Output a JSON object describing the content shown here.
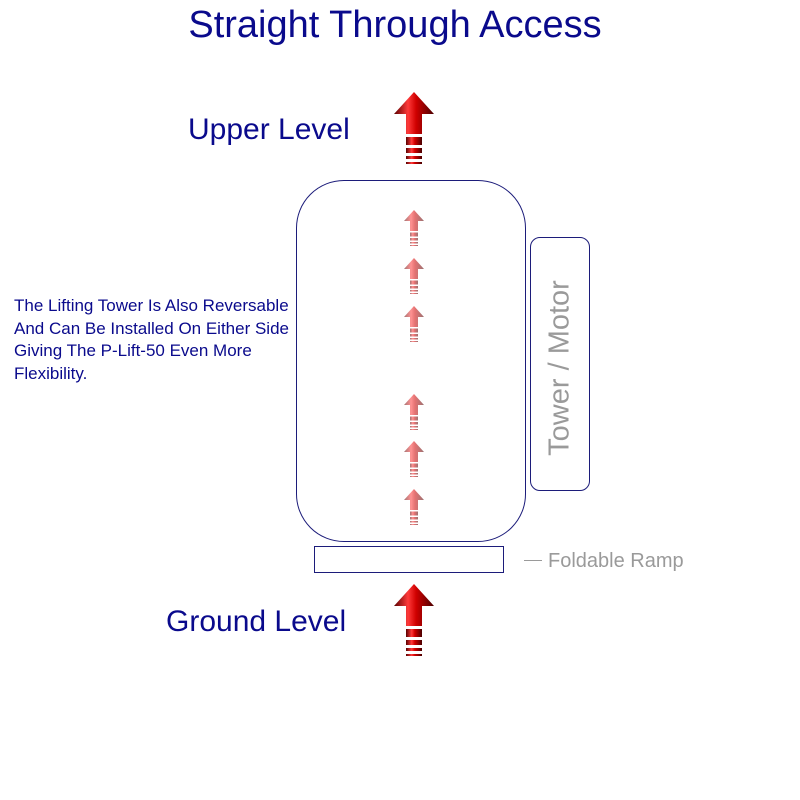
{
  "title": "Straight Through Access",
  "labels": {
    "upper_level": "Upper Level",
    "ground_level": "Ground Level",
    "tower_motor": "Tower / Motor",
    "foldable_ramp": "Foldable Ramp"
  },
  "note": "The Lifting Tower Is Also Reversable And Can Be Installed On Either Side Giving The P-Lift-50 Even More Flexibility.",
  "colors": {
    "text_primary": "#0a0a8c",
    "text_secondary": "#9a9a9a",
    "outline": "#1c1c7a",
    "arrow_red": "#c40000"
  },
  "icons": [
    "up-arrow-icon"
  ]
}
